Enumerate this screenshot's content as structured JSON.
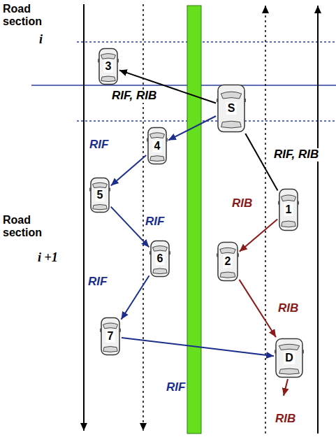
{
  "diagram": {
    "nodes": [
      {
        "text": [
          "3"
        ]
      },
      {
        "text": [
          "S"
        ]
      },
      {
        "text": [
          "4"
        ]
      },
      {
        "text": [
          "5"
        ]
      },
      {
        "text": [
          "1"
        ]
      },
      {
        "text": [
          "6"
        ]
      },
      {
        "text": [
          "2"
        ]
      },
      {
        "text": [
          "7"
        ]
      },
      {
        "text": [
          "D"
        ]
      }
    ],
    "edges": [
      {
        "from": 1,
        "to": 0,
        "arrow": "to",
        "label": "RIF, RIB"
      },
      {
        "from": 1,
        "to": 4,
        "arrow": "none",
        "label": "RIF, RIB"
      },
      {
        "from": 1,
        "to": 2,
        "arrow": "to",
        "label": "RIF"
      },
      {
        "from": 2,
        "to": 3,
        "arrow": "to"
      },
      {
        "from": 3,
        "to": 5,
        "arrow": "to",
        "label": "RIF"
      },
      {
        "from": 5,
        "to": 7,
        "arrow": "to",
        "label": "RIF"
      },
      {
        "from": 7,
        "to": 8,
        "arrow": "to",
        "label": "RIF"
      },
      {
        "from": 4,
        "to": 6,
        "arrow": "to",
        "label": "RIB"
      },
      {
        "from": 6,
        "to": 8,
        "arrow": "to",
        "label": "RIB"
      }
    ],
    "labels": [
      "Road section",
      "i",
      "Road section",
      "i +1",
      "RIB"
    ]
  }
}
